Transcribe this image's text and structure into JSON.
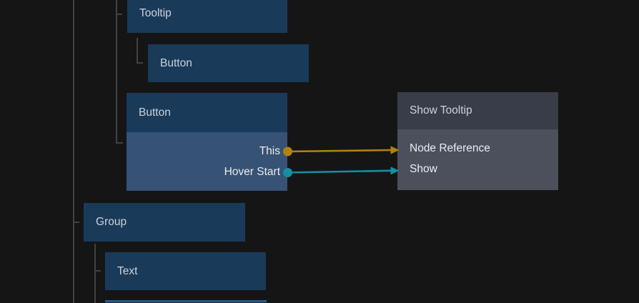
{
  "editor": {
    "background": "#151516",
    "tree_line_color": "#424245"
  },
  "colors": {
    "node_header_blue": "#1a3a5a",
    "node_body_blue": "#365274",
    "action_header_gray": "#393d49",
    "action_body_gray": "#4c505d",
    "output_this_orange": "#b1830e",
    "output_hover_teal": "#1291a3"
  },
  "tree": {
    "tooltip": {
      "label": "Tooltip"
    },
    "button_child": {
      "label": "Button"
    },
    "button": {
      "label": "Button",
      "outputs": [
        {
          "label": "This",
          "color": "#b1830e"
        },
        {
          "label": "Hover Start",
          "color": "#1291a3"
        }
      ]
    },
    "group": {
      "label": "Group"
    },
    "text": {
      "label": "Text"
    }
  },
  "action_node": {
    "title": "Show Tooltip",
    "inputs": [
      {
        "label": "Node Reference",
        "color": "#b1830e"
      },
      {
        "label": "Show",
        "color": "#1291a3"
      }
    ]
  },
  "connections": [
    {
      "from": "This",
      "to": "Node Reference",
      "color": "#b1830e"
    },
    {
      "from": "Hover Start",
      "to": "Show",
      "color": "#1291a3"
    }
  ]
}
